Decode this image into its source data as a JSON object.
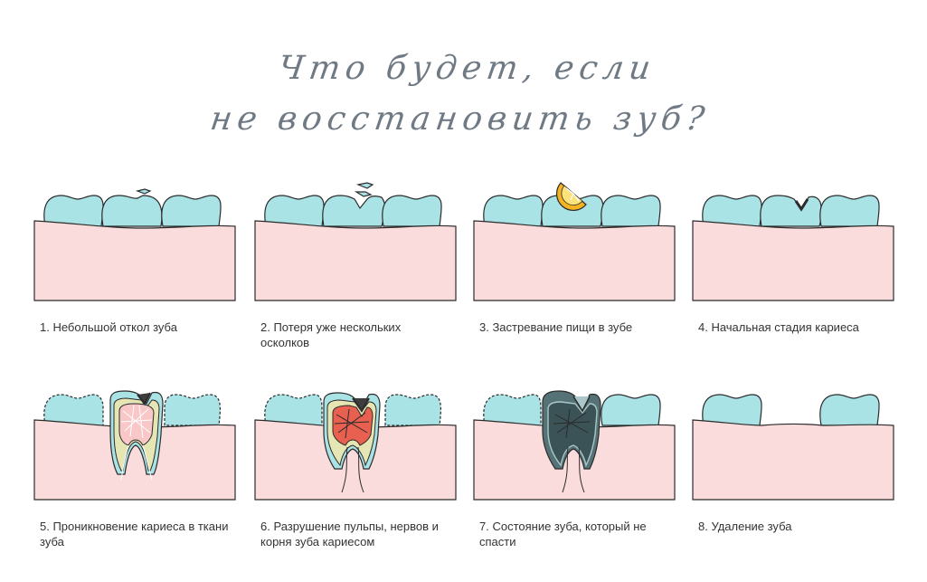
{
  "title": {
    "line1": "Что будет, если",
    "line2": "не восстановить зуб?"
  },
  "colors": {
    "tooth": "#a9e3e6",
    "gum": "#fbdcdc",
    "outline": "#2b2b2b",
    "enamel_layer": "#e6e5b4",
    "pulp_pink": "#f9c7c7",
    "pulp_red": "#e8604f",
    "dead_tooth": "#557377",
    "dead_tooth_dark": "#3b5356",
    "lemon": "#f5b322"
  },
  "steps": [
    {
      "label": "1. Небольшой откол зуба"
    },
    {
      "label": "2. Потеря уже нескольких осколков"
    },
    {
      "label": "3. Застревание пищи в зубе"
    },
    {
      "label": "4. Начальная стадия кариеса"
    },
    {
      "label": "5. Проникновение кариеса в ткани зуба"
    },
    {
      "label": "6. Разрушение пульпы, нервов и корня зуба кариесом"
    },
    {
      "label": "7. Состояние зуба, который не спасти"
    },
    {
      "label": "8. Удаление зуба"
    }
  ]
}
